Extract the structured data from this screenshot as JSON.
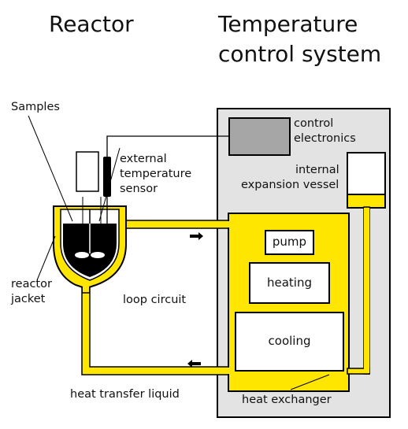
{
  "headings": {
    "reactor": "Reactor",
    "tcs_line1": "Temperature",
    "tcs_line2": "control system"
  },
  "labels": {
    "samples": "Samples",
    "external_sensor": [
      "external",
      "temperature",
      "sensor"
    ],
    "reactor_jacket": [
      "reactor",
      "jacket"
    ],
    "control_electronics": [
      "control",
      "electronics"
    ],
    "internal_expansion_vessel": [
      "internal",
      "expansion vessel"
    ],
    "pump": "pump",
    "heating": "heating",
    "cooling": "cooling",
    "loop_circuit": "loop circuit",
    "heat_transfer_liquid": "heat transfer liquid",
    "heat_exchanger": "heat exchanger"
  },
  "colors": {
    "fluid_yellow": "#ffe600",
    "cabinet_gray": "#e3e3e3",
    "electronics_gray": "#a6a6a6",
    "outline": "#000000"
  }
}
